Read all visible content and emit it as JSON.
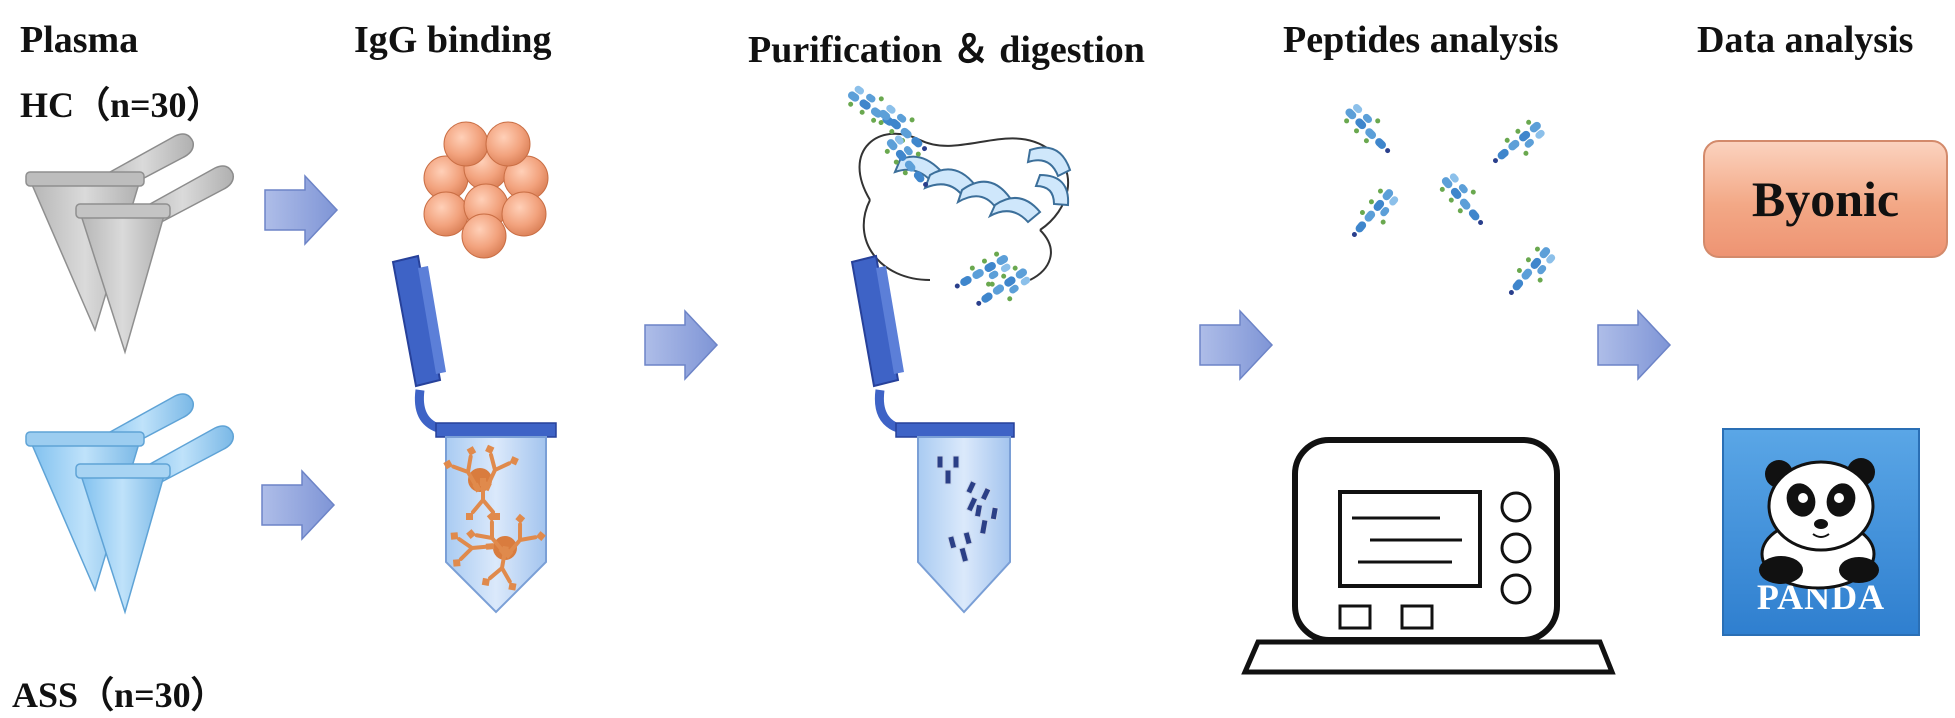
{
  "headers": {
    "plasma": "Plasma",
    "igg_binding": "IgG binding",
    "purification": "Purification ＆ digestion",
    "peptides": "Peptides analysis",
    "data_analysis": "Data analysis"
  },
  "groups": {
    "hc": "HC（n=30）",
    "ass": "ASS（n=30）"
  },
  "software": {
    "byonic": "Byonic",
    "panda": "PANDA"
  },
  "colors": {
    "arrow": "#8ea2dc",
    "tube_gray": "#c9c9c9",
    "tube_blue": "#9fd0f2",
    "tube_dark_blue": "#3e63c6",
    "bead": "#f2a27d",
    "antibody_blue": "#5c9fd8",
    "antibody_green": "#6aa84f"
  }
}
